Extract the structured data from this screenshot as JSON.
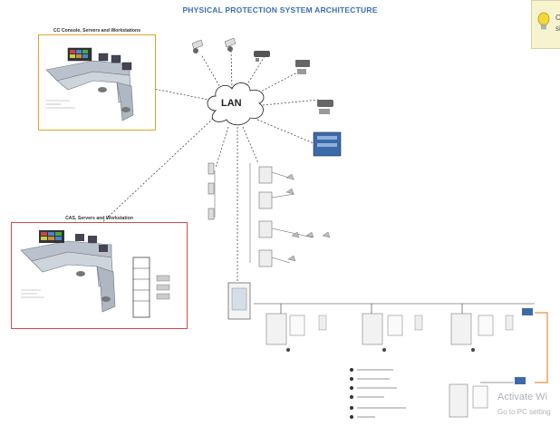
{
  "title": "PHYSICAL PROTECTION SYSTEM ARCHITECTURE",
  "lan_label": "LAN",
  "cc_box": {
    "title": "CC Console, Servers and Workstations"
  },
  "cas_box": {
    "title": "CAS, Servers and Workstation"
  },
  "watermark": {
    "line1": "Activate Wi",
    "line2": "Go to PC setting"
  },
  "tip": {
    "line1": "C",
    "line2": "si"
  },
  "colors": {
    "title": "#3a6fb5",
    "cc_border": "#e0a32a",
    "cas_border": "#d24a4a",
    "field_line": "#e07a10",
    "lan_cloud": "#ffffff"
  }
}
